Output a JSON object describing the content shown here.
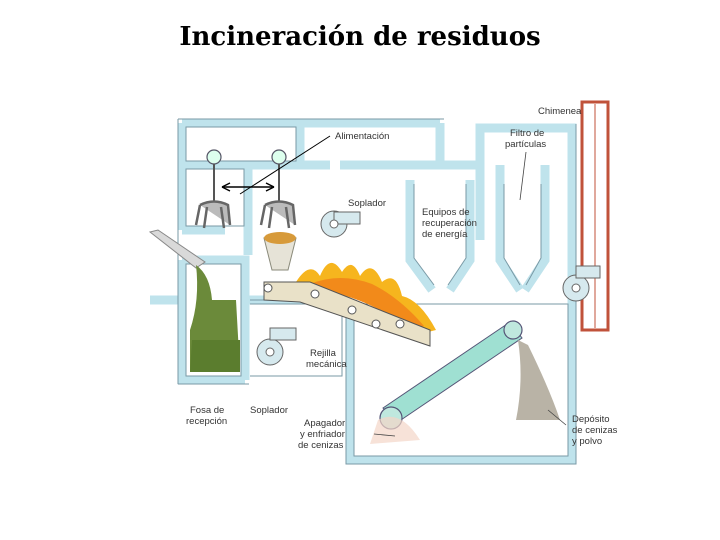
{
  "title": "Incineración de residuos",
  "labels": {
    "chimenea": "Chimenea",
    "alimentacion": "Alimentación",
    "filtro_1": "Filtro de",
    "filtro_2": "partículas",
    "soplador_top": "Soplador",
    "equipos_1": "Equipos de",
    "equipos_2": "recuperación",
    "equipos_3": "de energía",
    "rejilla_1": "Rejilla",
    "rejilla_2": "mecánica",
    "fosa_1": "Fosa de",
    "fosa_2": "recepción",
    "soplador_bottom": "Soplador",
    "apagador_1": "Apagador",
    "apagador_2": "y enfriador",
    "apagador_3": "de cenizas",
    "deposito_1": "Depósito",
    "deposito_2": "de cenizas",
    "deposito_3": "y polvo"
  },
  "colors": {
    "pipe": "#bfe3ec",
    "pipe_stroke": "#7a9aa6",
    "chimney": "#c0523a",
    "waste": "#6b8a3a",
    "flame": "#f6b51e",
    "belt": "#9fe0d2"
  }
}
